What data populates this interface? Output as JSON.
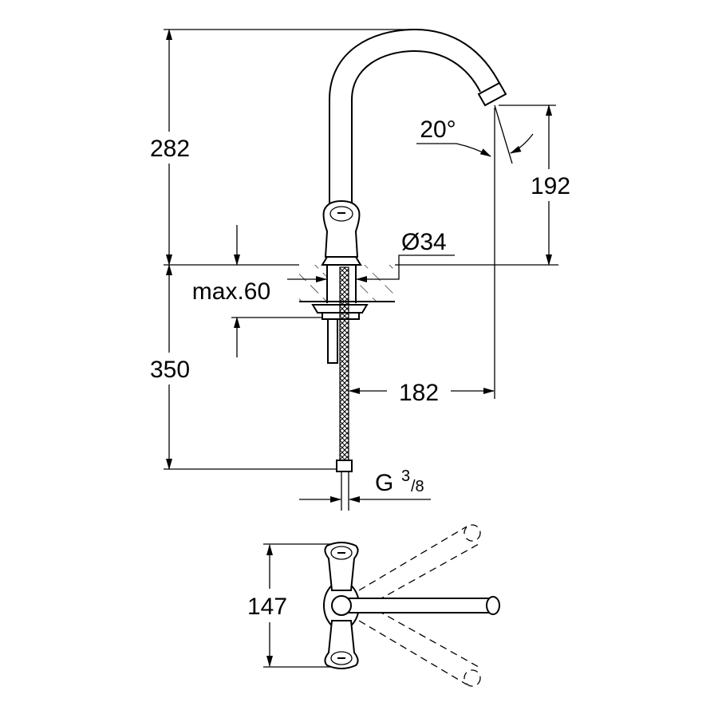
{
  "drawing": {
    "dimensions": {
      "total_height_upper": "282",
      "outlet_height": "192",
      "spout_angle": "20°",
      "hole_diameter": "Ø34",
      "max_deck_thickness": "max.60",
      "below_deck_length": "350",
      "spout_reach": "182",
      "connection_thread_prefix": "G",
      "connection_thread_numerator": "3",
      "connection_thread_denominator": "/8",
      "handle_span": "147"
    },
    "line_color": "#000000",
    "background_color": "#ffffff"
  }
}
